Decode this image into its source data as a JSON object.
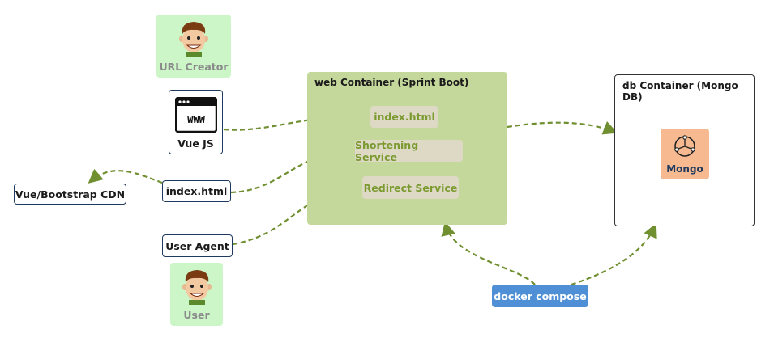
{
  "actors": {
    "url_creator": "URL Creator",
    "user": "User"
  },
  "clients": {
    "vue_js": "Vue JS",
    "index_html": "index.html",
    "user_agent": "User Agent",
    "cdn": "Vue/Bootstrap CDN"
  },
  "web_container": {
    "title": "web Container (Sprint Boot)",
    "services": [
      "index.html",
      "Shortening Service",
      "Redirect Service"
    ]
  },
  "db_container": {
    "title": "db Container (Mongo DB)",
    "mongo_label": "Mongo"
  },
  "docker": {
    "label": "docker compose"
  },
  "colors": {
    "actor_bg": "#ccf5c8",
    "web_container_bg": "#c5d89c",
    "service_bg": "#ddd9c4",
    "service_text": "#7a9a30",
    "mongo_bg": "#f7b98f",
    "docker_bg": "#4f8fd6",
    "edge": "#6f8f30"
  },
  "icons": {
    "vue_js": "browser-www-icon",
    "mongo": "mongo-graph-icon",
    "actor": "person-icon"
  }
}
